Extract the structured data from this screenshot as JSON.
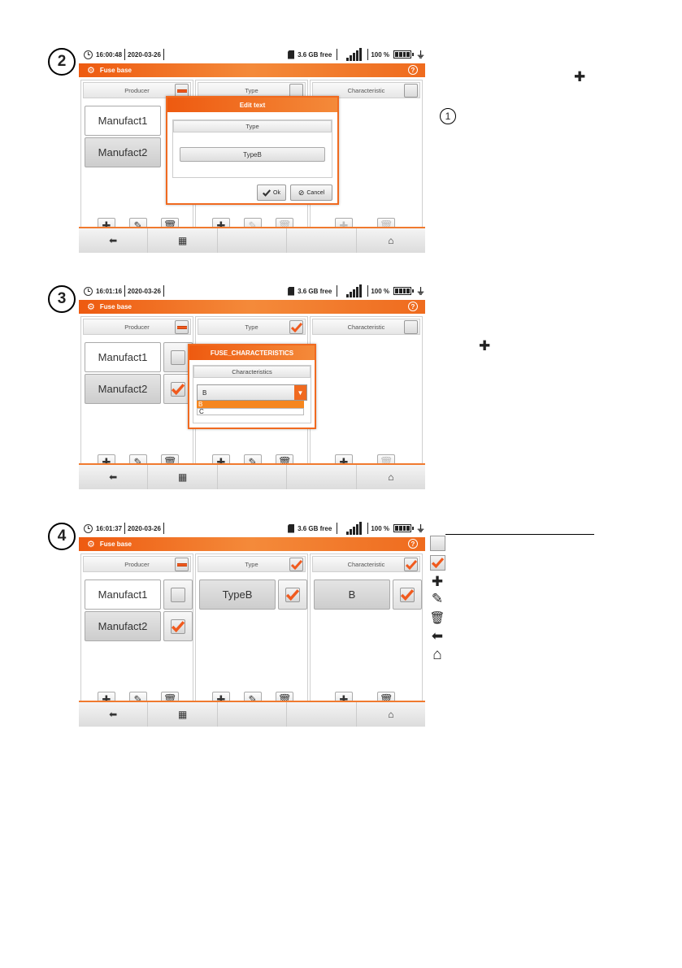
{
  "steps": [
    {
      "number": "2",
      "status": {
        "time": "16:00:48",
        "date": "2020-03-26",
        "storage": "3.6 GB free",
        "battery": "100 %"
      },
      "title": "Fuse base",
      "columns": [
        {
          "header": "Producer",
          "items": [
            "Manufact1",
            "Manufact2"
          ]
        },
        {
          "header": "Type",
          "items": []
        },
        {
          "header": "Characteristic",
          "items": []
        }
      ],
      "dialog": {
        "title": "Edit text",
        "label": "Type",
        "value": "TypeB",
        "ok": "Ok",
        "cancel": "Cancel"
      }
    },
    {
      "number": "3",
      "status": {
        "time": "16:01:16",
        "date": "2020-03-26",
        "storage": "3.6 GB free",
        "battery": "100 %"
      },
      "title": "Fuse base",
      "columns": [
        {
          "header": "Producer",
          "items": [
            "Manufact1",
            "Manufact2"
          ]
        },
        {
          "header": "Type",
          "items": []
        },
        {
          "header": "Characteristic",
          "items": []
        }
      ],
      "dialog": {
        "title": "FUSE_CHARACTERISTICS",
        "label": "Characteristics",
        "value": "B",
        "options": [
          "B",
          "C"
        ]
      }
    },
    {
      "number": "4",
      "status": {
        "time": "16:01:37",
        "date": "2020-03-26",
        "storage": "3.6 GB free",
        "battery": "100 %"
      },
      "title": "Fuse base",
      "columns": [
        {
          "header": "Producer",
          "items": [
            "Manufact1",
            "Manufact2"
          ]
        },
        {
          "header": "Type",
          "items": [
            "TypeB"
          ]
        },
        {
          "header": "Characteristic",
          "items": [
            "B"
          ]
        }
      ]
    }
  ],
  "side_marks": {
    "step1": "1"
  },
  "colors": {
    "accent": "#f06a20",
    "check": "#f05a1e"
  }
}
